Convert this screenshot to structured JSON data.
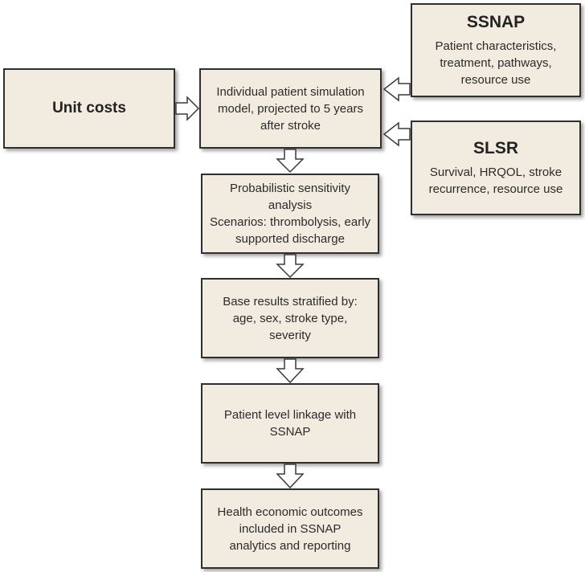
{
  "boxes": {
    "unit_costs": {
      "text": "Unit costs"
    },
    "ssnap": {
      "title": "SSNAP",
      "text": "Patient characteristics, treatment, pathways, resource use"
    },
    "slsr": {
      "title": "SLSR",
      "text": "Survival, HRQOL, stroke recurrence, resource use"
    },
    "simulation_model": {
      "text": "Individual patient simulation model, projected to 5 years after stroke"
    },
    "sensitivity": {
      "line1": "Probabilistic sensitivity analysis",
      "line2": "Scenarios: thrombolysis, early supported discharge"
    },
    "base_results": {
      "text": "Base results stratified by: age, sex, stroke type, severity"
    },
    "linkage": {
      "text": "Patient level linkage with SSNAP"
    },
    "outcomes": {
      "text": "Health economic outcomes included in SSNAP analytics and reporting"
    }
  }
}
